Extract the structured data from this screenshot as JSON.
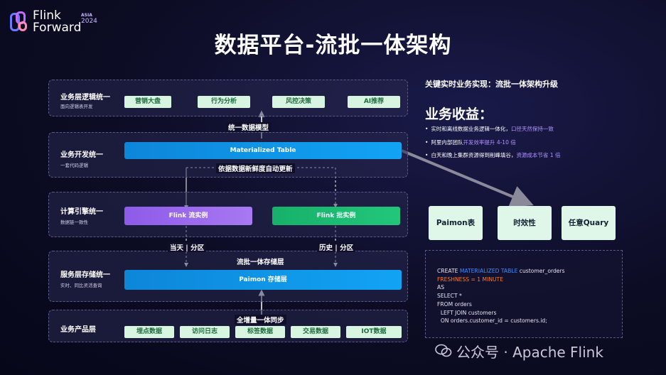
{
  "logo": {
    "line1": "Flink",
    "line2": "Forward",
    "badge_region": "ASIA",
    "badge_year": "2024"
  },
  "title": "数据平台-流批一体架构",
  "layers": [
    {
      "title": "业务层逻辑统一",
      "subtitle": "面向逻辑表开发",
      "items": [
        "营销大盘",
        "行为分析",
        "风控决策",
        "AI推荐"
      ]
    },
    {
      "title": "业务开发统一",
      "subtitle": "一套代码逻辑",
      "bar": "Materialized Table"
    },
    {
      "title": "计算引擎统一",
      "subtitle": "数据链一致性",
      "left": "Flink 流实例",
      "right": "Flink 批实例"
    },
    {
      "title": "服务层存储统一",
      "subtitle": "实时、同比灵活查询",
      "bar": "Paimon 存储层"
    },
    {
      "title": "业务产品层",
      "items": [
        "埋点数据",
        "访问日志",
        "标签数据",
        "交易数据",
        "IOT数据"
      ]
    }
  ],
  "flow_labels": {
    "unified_model": "统一数据模型",
    "auto_refresh": "依据数据新鲜度自动更新",
    "today_partition": "当天 | 分区",
    "history_partition": "历史 | 分区",
    "storage_layer": "流批一体存储层",
    "sync": "全增量一体同步"
  },
  "right": {
    "heading": "关键实时业务实现：流批一体架构升级",
    "big": "业务收益：",
    "bullets": [
      {
        "text": "实时和离线数据业务逻辑一体化，",
        "highlight": "口径天然保持一致"
      },
      {
        "text": "阿里内部团队",
        "highlight": "开发效率提升 4-10 倍"
      },
      {
        "text": "白天和晚上集群资源得到削峰填谷，",
        "highlight": "资源成本节省 1 倍"
      }
    ],
    "cards": [
      "Paimon表",
      "时效性",
      "任意Quary"
    ]
  },
  "code": {
    "l1a": "CREATE ",
    "l1b": "MATERIALIZED TABLE",
    "l1c": " customer_orders",
    "l2": "FRESHNESS = 1 MINUTE",
    "l3": "AS",
    "l4": "SELECT *",
    "l5": "FROM orders",
    "l6": "  LEFT JOIN customers",
    "l7": "  ON orders.customer_id = customers.id;"
  },
  "watermark": "公众号 · Apache Flink",
  "colors": {
    "accent_purple": "#b294ff",
    "blue_bar": "#12a3f5",
    "green": "#22c77b",
    "purple_bar": "#a779f2",
    "code_keyword": "#3c8cff",
    "code_freshness": "#ff7a2a"
  }
}
